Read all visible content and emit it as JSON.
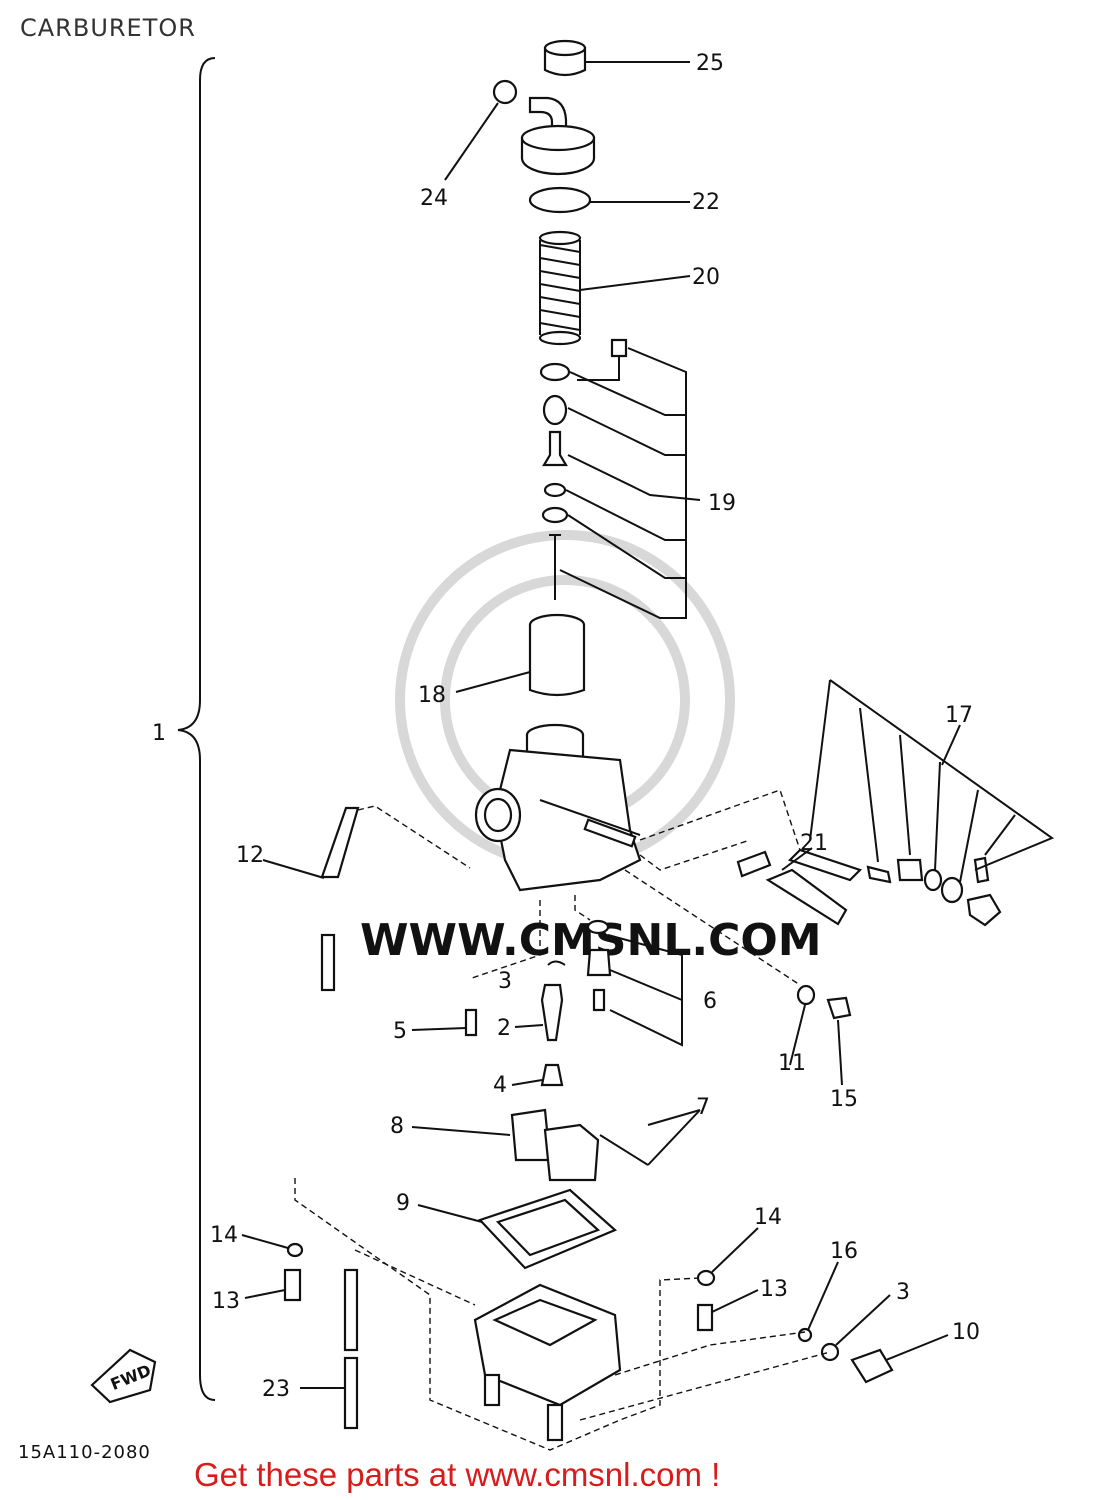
{
  "page": {
    "title": "CARBURETOR",
    "footer": "Get these parts at www.cmsnl.com !",
    "drawing_code": "15A110-2080",
    "watermark": "WWW.CMSNL.COM",
    "fwd_label": "FWD",
    "colors": {
      "footer": "#d81b1b",
      "line": "#111111",
      "watermark": "#d5d5d5"
    }
  },
  "callouts": {
    "c1": "1",
    "c2": "2",
    "c3a": "3",
    "c3b": "3",
    "c4": "4",
    "c5": "5",
    "c6": "6",
    "c7": "7",
    "c8": "8",
    "c9": "9",
    "c10": "10",
    "c11": "11",
    "c12": "12",
    "c13a": "13",
    "c13b": "13",
    "c14a": "14",
    "c14b": "14",
    "c15": "15",
    "c16": "16",
    "c17": "17",
    "c18": "18",
    "c19": "19",
    "c20": "20",
    "c21": "21",
    "c22": "22",
    "c23": "23",
    "c24": "24",
    "c25": "25"
  }
}
